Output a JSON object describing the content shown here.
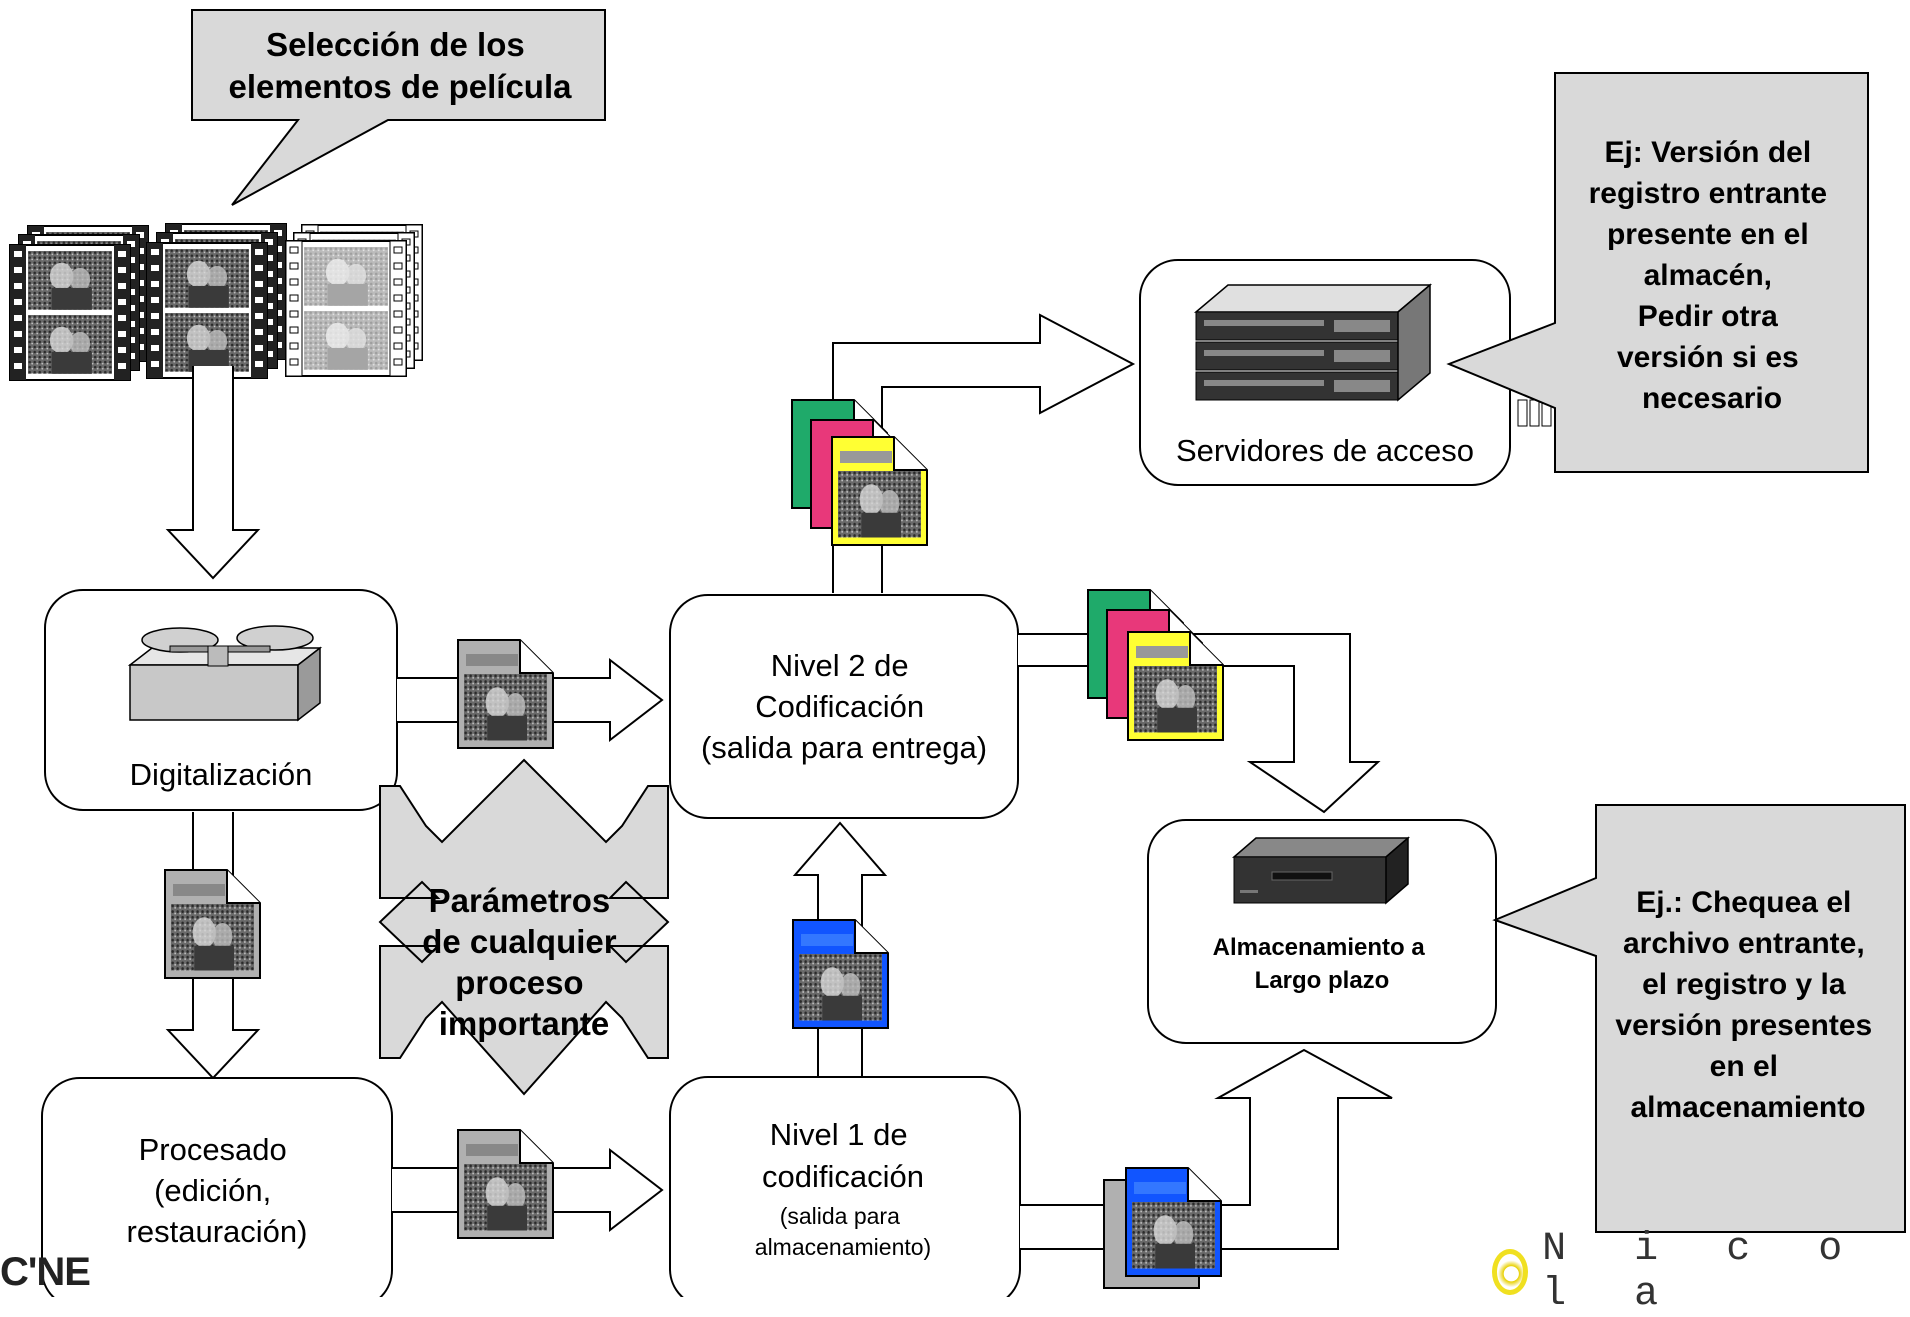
{
  "callouts": {
    "film_selection": [
      "Selección de los",
      "elementos de película"
    ],
    "access_note": [
      "Ej: Versión del",
      "registro entrante",
      "presente en el",
      "almacén,",
      "Pedir otra",
      "versión si es",
      "necesario"
    ],
    "storage_note": [
      "Ej.: Chequea el",
      "archivo entrante,",
      "el registro y la",
      "versión presentes",
      "en el",
      "almacenamiento"
    ]
  },
  "nodes": {
    "digitalization": [
      "Digitalización"
    ],
    "processing": [
      "Procesado",
      "(edición,",
      "restauración)"
    ],
    "level2": [
      "Nivel 2 de",
      "Codificación",
      "(salida para entrega)"
    ],
    "level1_main": [
      "Nivel 1 de",
      "codificación"
    ],
    "level1_sub": [
      "(salida para",
      "almacenamiento)"
    ],
    "servers": [
      "Servidores de acceso"
    ],
    "long_term": [
      "Almacenamiento a",
      "Largo plazo"
    ]
  },
  "parameters": [
    "Parámetros",
    "de cualquier",
    "proceso",
    "importante"
  ],
  "logos": {
    "top_left": "C'NE",
    "bottom_right": "N i c o l a"
  },
  "colors": {
    "callout_fill": "#d9d9d9",
    "file_grey": "#b0b0b0",
    "file_green": "#1faa6a",
    "file_pink": "#e8387a",
    "file_yellow": "#ffff33",
    "file_blue": "#1155ff"
  }
}
